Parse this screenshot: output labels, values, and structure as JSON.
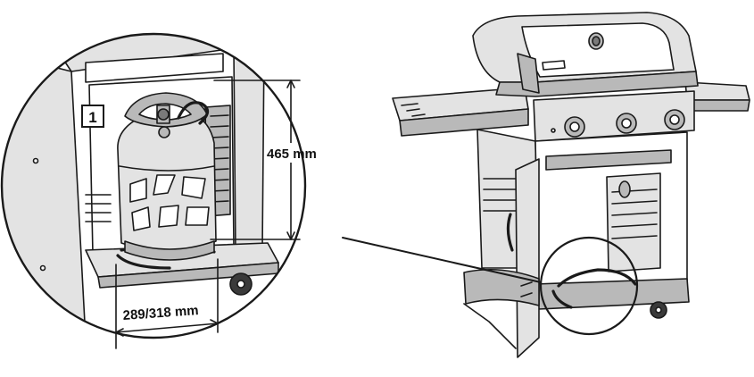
{
  "step": {
    "number": "1"
  },
  "dimensions": {
    "height_label": "465 mm",
    "width_label": "289/318 mm"
  },
  "colors": {
    "line": "#1a1a1a",
    "shade_mid": "#b9b9b9",
    "shade_light": "#e3e3e3",
    "background": "#ffffff"
  }
}
